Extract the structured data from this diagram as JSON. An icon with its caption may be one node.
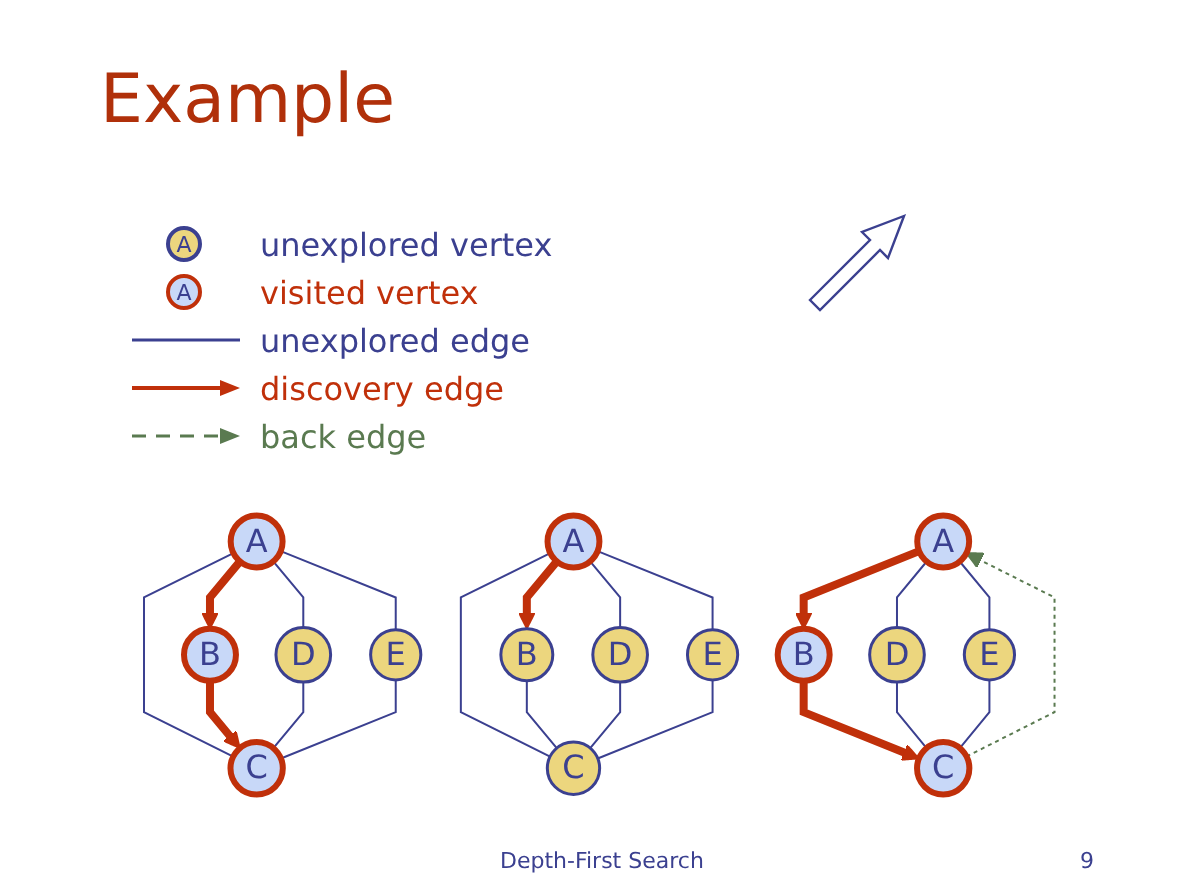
{
  "diagram": {
    "title": "Example",
    "caption": "Depth-First Search",
    "nodes": [
      {
        "text": [
          "A"
        ]
      },
      {
        "text": [
          "B"
        ]
      },
      {
        "text": [
          "D"
        ]
      },
      {
        "text": [
          "E"
        ]
      },
      {
        "text": [
          "C"
        ]
      },
      {
        "text": [
          "A"
        ]
      },
      {
        "text": [
          "B"
        ]
      },
      {
        "text": [
          "D"
        ]
      },
      {
        "text": [
          "E"
        ]
      },
      {
        "text": [
          "C"
        ]
      },
      {
        "text": [
          "A"
        ]
      },
      {
        "text": [
          "B"
        ]
      },
      {
        "text": [
          "D"
        ]
      },
      {
        "text": [
          "E"
        ]
      },
      {
        "text": [
          "C"
        ]
      }
    ],
    "edges": [
      {
        "from": 0,
        "to": 1,
        "arrow": "to",
        "style": "thick",
        "color": "#c0300a"
      },
      {
        "from": 0,
        "to": 4,
        "arrow": "none"
      },
      {
        "from": 0,
        "to": 2,
        "arrow": "none"
      },
      {
        "from": 0,
        "to": 3,
        "arrow": "none"
      },
      {
        "from": 1,
        "to": 4,
        "arrow": "to",
        "style": "thick",
        "color": "#c0300a"
      },
      {
        "from": 2,
        "to": 4,
        "arrow": "none"
      },
      {
        "from": 3,
        "to": 4,
        "arrow": "none"
      },
      {
        "from": 5,
        "to": 6,
        "arrow": "to",
        "style": "thick",
        "color": "#c0300a"
      },
      {
        "from": 5,
        "to": 9,
        "arrow": "none"
      },
      {
        "from": 5,
        "to": 7,
        "arrow": "none"
      },
      {
        "from": 5,
        "to": 8,
        "arrow": "none"
      },
      {
        "from": 6,
        "to": 9,
        "arrow": "none"
      },
      {
        "from": 7,
        "to": 9,
        "arrow": "none"
      },
      {
        "from": 8,
        "to": 9,
        "arrow": "none"
      },
      {
        "from": 10,
        "to": 11,
        "arrow": "to",
        "style": "thick",
        "color": "#c0300a"
      },
      {
        "from": 14,
        "to": 10,
        "arrow": "to",
        "style": "dashed",
        "color": "#5a7a50"
      },
      {
        "from": 10,
        "to": 12,
        "arrow": "none"
      },
      {
        "from": 10,
        "to": 13,
        "arrow": "none"
      },
      {
        "from": 11,
        "to": 14,
        "arrow": "to",
        "style": "thick",
        "color": "#c0300a"
      },
      {
        "from": 12,
        "to": 14,
        "arrow": "none"
      },
      {
        "from": 13,
        "to": 14,
        "arrow": "none"
      }
    ],
    "labels": [
      "A",
      "A",
      "9"
    ],
    "legend": [
      {
        "text": "unexplored vertex"
      },
      {
        "text": "visited vertex"
      },
      {
        "text": "unexplored edge"
      },
      {
        "text": "discovery edge"
      },
      {
        "text": "back edge"
      }
    ]
  }
}
